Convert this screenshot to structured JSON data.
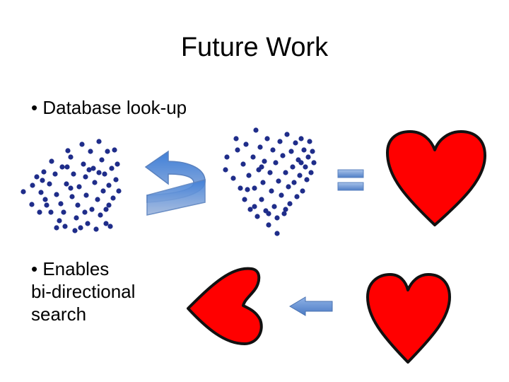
{
  "slide": {
    "title": "Future Work",
    "bullets": [
      {
        "marker": "•",
        "lines": [
          "Database look-up"
        ]
      },
      {
        "marker": "•",
        "lines": [
          "Enables",
          "bi-directional",
          "search"
        ]
      }
    ]
  },
  "colors": {
    "heart_fill": "#ff0000",
    "heart_stroke": "#111111",
    "dot": "#1f2d8a",
    "arrow_fill": "#6b94cf",
    "arrow_stroke": "#4a72b0"
  },
  "icons": [
    "dot-cloud",
    "curved-arrow",
    "dot-heart",
    "equals",
    "red-heart",
    "arrow-left"
  ]
}
